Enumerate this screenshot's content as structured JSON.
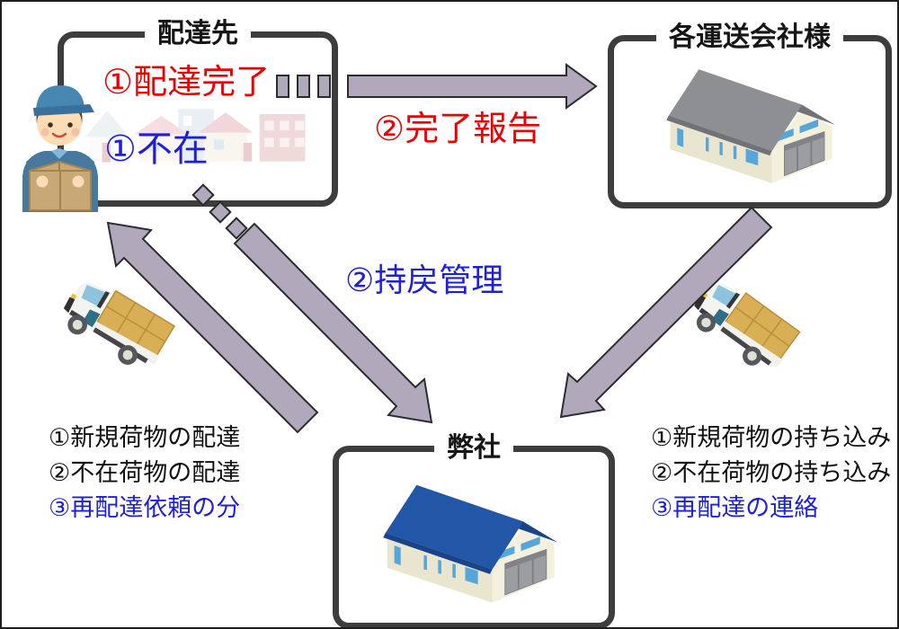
{
  "diagram": {
    "boxes": {
      "destination": {
        "title": "配達先",
        "status_delivered": "①配達完了",
        "status_absent": "①不在"
      },
      "carriers": {
        "title": "各運送会社様"
      },
      "our_company": {
        "title": "弊社"
      }
    },
    "arrow_labels": {
      "completion_report": "②完了報告",
      "return_management": "②持戻管理"
    },
    "left_notes": [
      "①新規荷物の配達",
      "②不在荷物の配達",
      "③再配達依頼の分"
    ],
    "right_notes": [
      "①新規荷物の持ち込み",
      "②不在荷物の持ち込み",
      "③再配達の連絡"
    ],
    "colors": {
      "red_text": "#ee0000",
      "blue_text": "#1e1edd",
      "arrow_fill": "#b2a8bb",
      "box_border": "#3d3d3d",
      "roof_gray": "#8e8f93",
      "roof_blue": "#2257a8"
    }
  }
}
